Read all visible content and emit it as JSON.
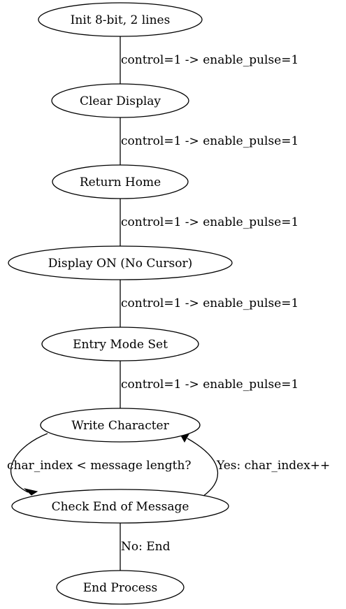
{
  "nodes": [
    {
      "id": "init",
      "label": "Init 8-bit, 2 lines"
    },
    {
      "id": "clear",
      "label": "Clear Display"
    },
    {
      "id": "home",
      "label": "Return Home"
    },
    {
      "id": "display_on",
      "label": "Display ON (No Cursor)"
    },
    {
      "id": "entry_mode",
      "label": "Entry Mode Set"
    },
    {
      "id": "write_char",
      "label": "Write Character"
    },
    {
      "id": "check_end",
      "label": "Check End of Message"
    },
    {
      "id": "end",
      "label": "End Process"
    }
  ],
  "edges": [
    {
      "id": "e1",
      "from": "init",
      "to": "clear",
      "label": "control=1 -> enable_pulse=1"
    },
    {
      "id": "e2",
      "from": "clear",
      "to": "home",
      "label": "control=1 -> enable_pulse=1"
    },
    {
      "id": "e3",
      "from": "home",
      "to": "display_on",
      "label": "control=1 -> enable_pulse=1"
    },
    {
      "id": "e4",
      "from": "display_on",
      "to": "entry_mode",
      "label": "control=1 -> enable_pulse=1"
    },
    {
      "id": "e5",
      "from": "entry_mode",
      "to": "write_char",
      "label": "control=1 -> enable_pulse=1"
    },
    {
      "id": "e6",
      "from": "write_char",
      "to": "check_end",
      "label": "char_index < message length?"
    },
    {
      "id": "e7",
      "from": "check_end",
      "to": "write_char",
      "label": "Yes: char_index++"
    },
    {
      "id": "e8",
      "from": "check_end",
      "to": "end",
      "label": "No: End"
    }
  ]
}
